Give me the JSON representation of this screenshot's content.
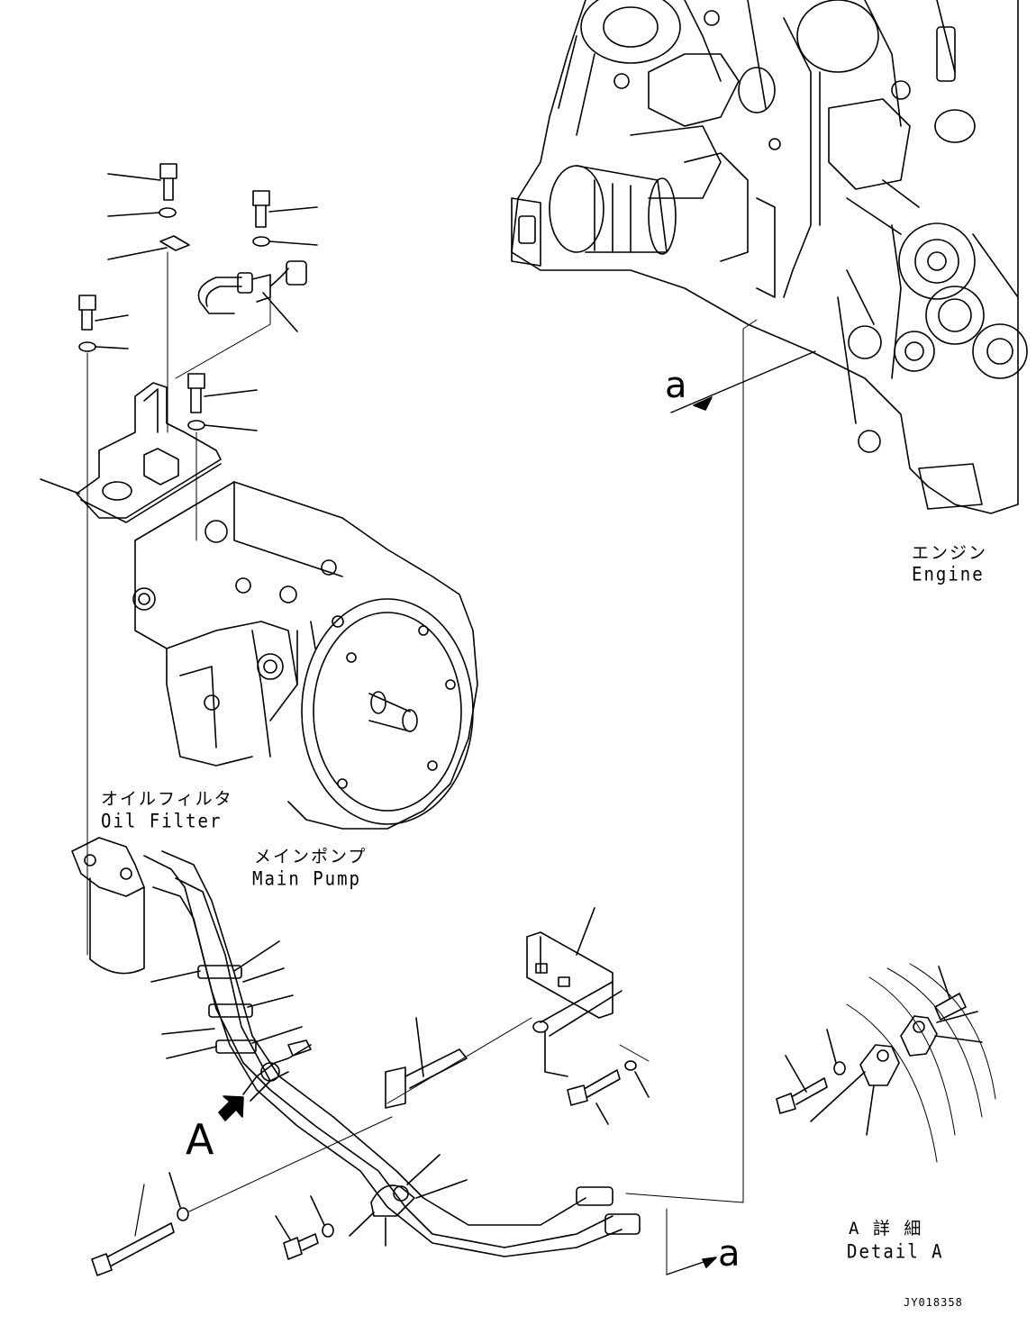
{
  "labels": {
    "engine_jp": "エンジン",
    "engine_en": "Engine",
    "oil_filter_jp": "オイルフィルタ",
    "oil_filter_en": "Oil Filter",
    "main_pump_jp": "メインポンプ",
    "main_pump_en": "Main Pump",
    "view_a": "A",
    "ref_a_top": "a",
    "ref_a_bottom": "a",
    "detail_jp": "A 詳 細",
    "detail_en": "Detail A",
    "drawing_code": "JY018358"
  },
  "colors": {
    "line": "#000000",
    "background": "#ffffff"
  }
}
